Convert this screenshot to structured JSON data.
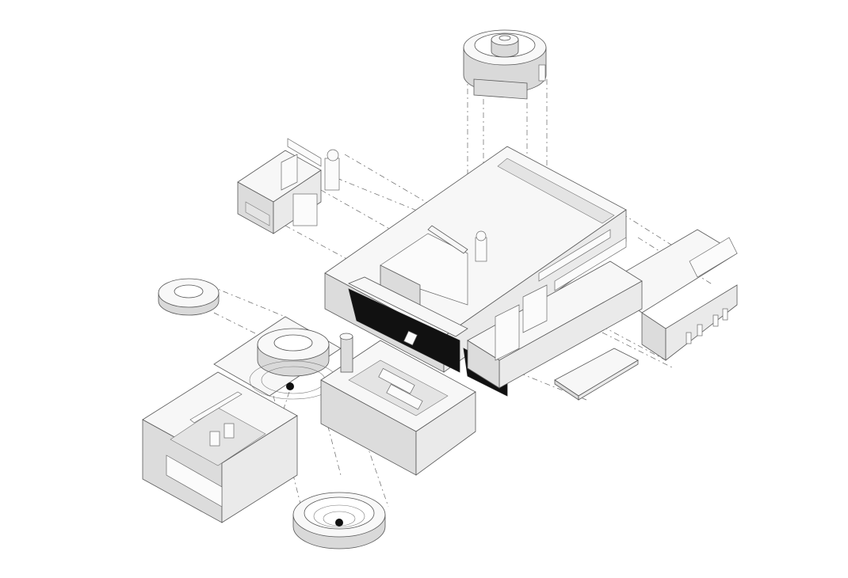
{
  "diagram": {
    "background": "#ffffff",
    "components": [
      {
        "id": "tower-upper",
        "icon": "cylinder-ring"
      },
      {
        "id": "tower-lower",
        "icon": "cylinder-ring"
      },
      {
        "id": "annex-left-upper",
        "icon": "box-module"
      },
      {
        "id": "main-volume",
        "icon": "box-module"
      },
      {
        "id": "black-glazing",
        "icon": "dark-panel"
      },
      {
        "id": "disc-left",
        "icon": "ring"
      },
      {
        "id": "drum-center",
        "icon": "ring"
      },
      {
        "id": "block-front-left",
        "icon": "box-module"
      },
      {
        "id": "block-front-center",
        "icon": "box-module"
      },
      {
        "id": "ring-bottom",
        "icon": "ring"
      },
      {
        "id": "wing-right",
        "icon": "box-module"
      },
      {
        "id": "slab-right",
        "icon": "plate"
      }
    ]
  }
}
